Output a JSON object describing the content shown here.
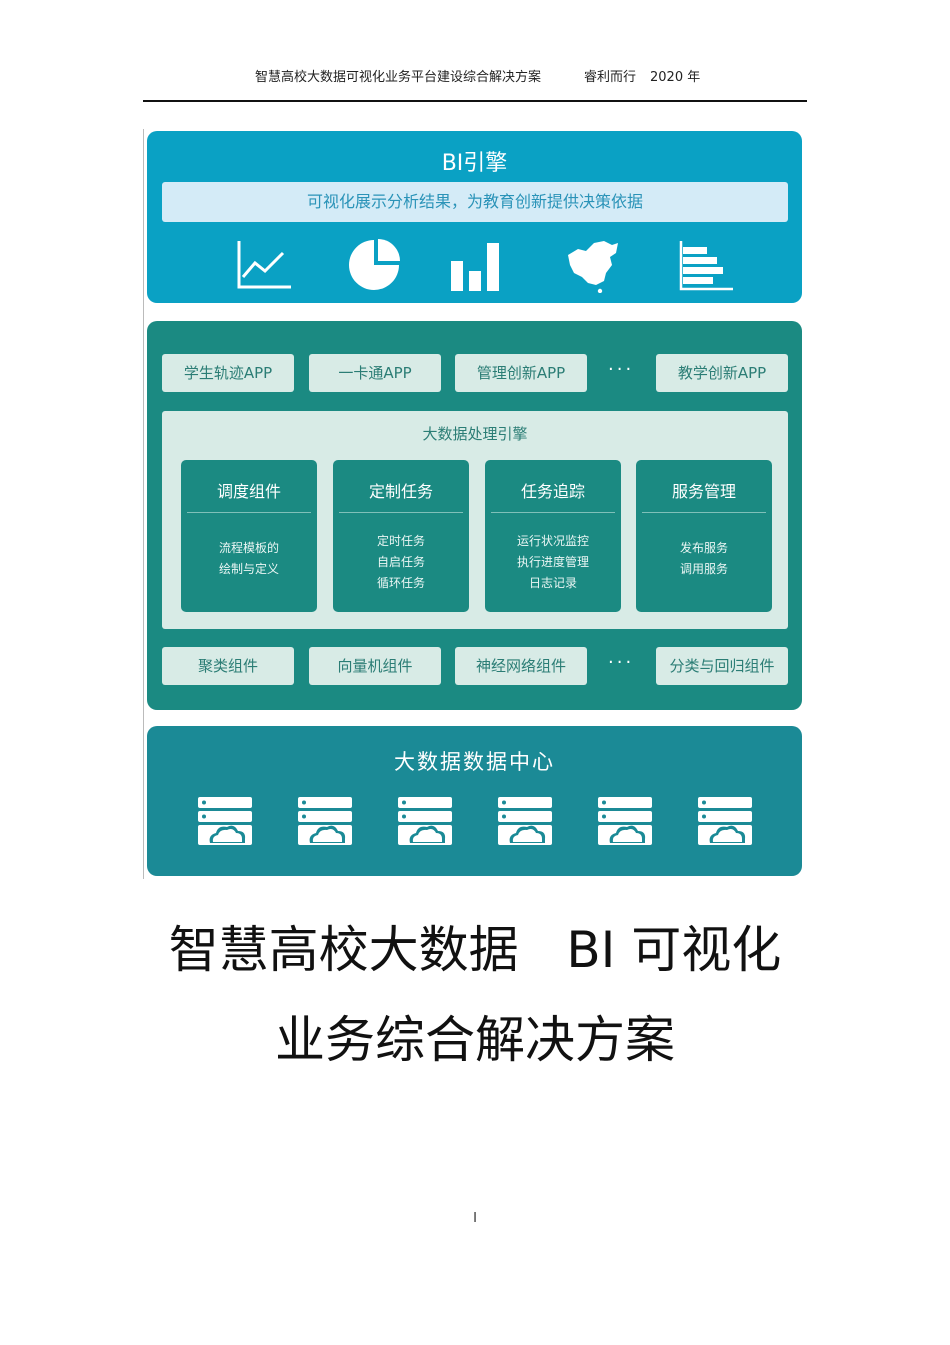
{
  "header": {
    "title": "智慧高校大数据可视化业务平台建设综合解决方案",
    "author": "睿利而行",
    "year": "2020 年"
  },
  "diagram": {
    "bi_layer": {
      "title": "BI引擎",
      "banner": "可视化展示分析结果，为教育创新提供决策依据",
      "icons": [
        "line-chart-icon",
        "pie-chart-icon",
        "bar-chart-icon",
        "china-map-icon",
        "horizontal-bar-chart-icon"
      ]
    },
    "apps": [
      "学生轨迹APP",
      "一卡通APP",
      "管理创新APP",
      "教学创新APP"
    ],
    "ellipsis": "···",
    "engine": {
      "title": "大数据处理引擎",
      "modules": [
        {
          "title": "调度组件",
          "lines": [
            "流程模板的",
            "绘制与定义"
          ]
        },
        {
          "title": "定制任务",
          "lines": [
            "定时任务",
            "自启任务",
            "循环任务"
          ]
        },
        {
          "title": "任务追踪",
          "lines": [
            "运行状况监控",
            "执行进度管理",
            "日志记录"
          ]
        },
        {
          "title": "服务管理",
          "lines": [
            "发布服务",
            "调用服务"
          ]
        }
      ]
    },
    "components": [
      "聚类组件",
      "向量机组件",
      "神经网络组件",
      "分类与回归组件"
    ],
    "data_center": {
      "title": "大数据数据中心",
      "server_icon": "server-cloud-icon",
      "server_count": 6
    },
    "colors": {
      "bi_blue": "#0aa1c4",
      "middle_teal": "#1b8a82",
      "datacenter_teal": "#1b8a96",
      "light_panel": "#d8ebe6"
    }
  },
  "document_title": {
    "line1": "智慧高校大数据   BI 可视化",
    "line2": "业务综合解决方案"
  },
  "page_number": "I"
}
